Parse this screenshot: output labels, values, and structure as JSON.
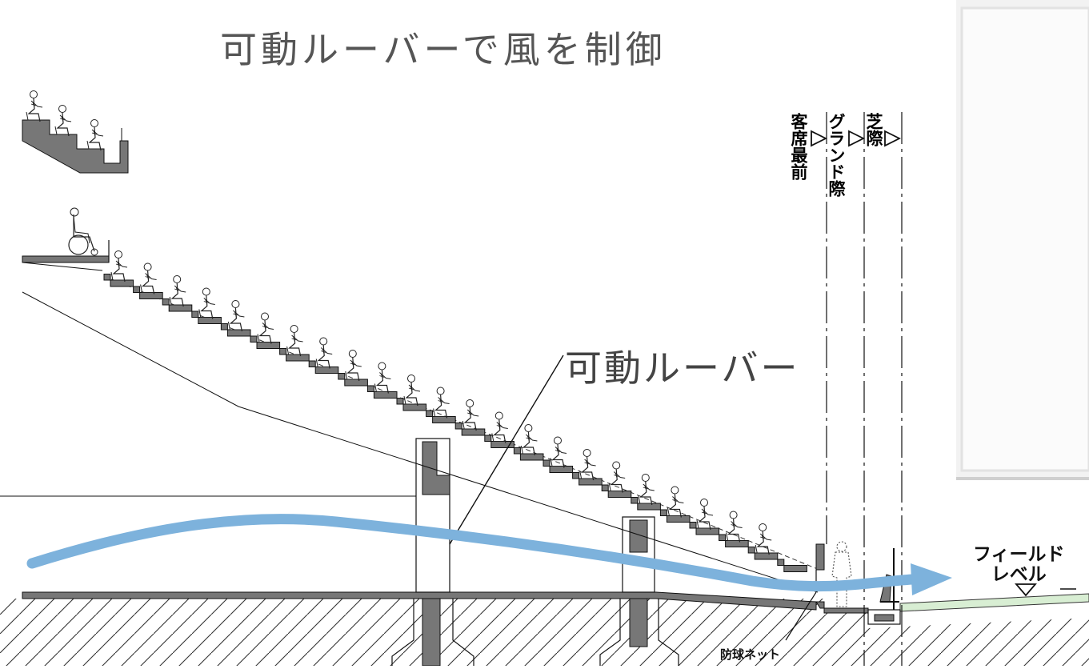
{
  "diagram": {
    "title": "可動ルーバーで風を制御",
    "louver_label": "可動ルーバー",
    "level_labels": [
      "客席最前",
      "グランド際",
      "芝際"
    ],
    "field_level_label": "フィールド\nレベル",
    "net_label": "防球ネット",
    "colors": {
      "wind_arrow": "#7db2dc",
      "turf": "#d8eed3",
      "structure_fill": "#777777",
      "line": "#111111"
    }
  }
}
